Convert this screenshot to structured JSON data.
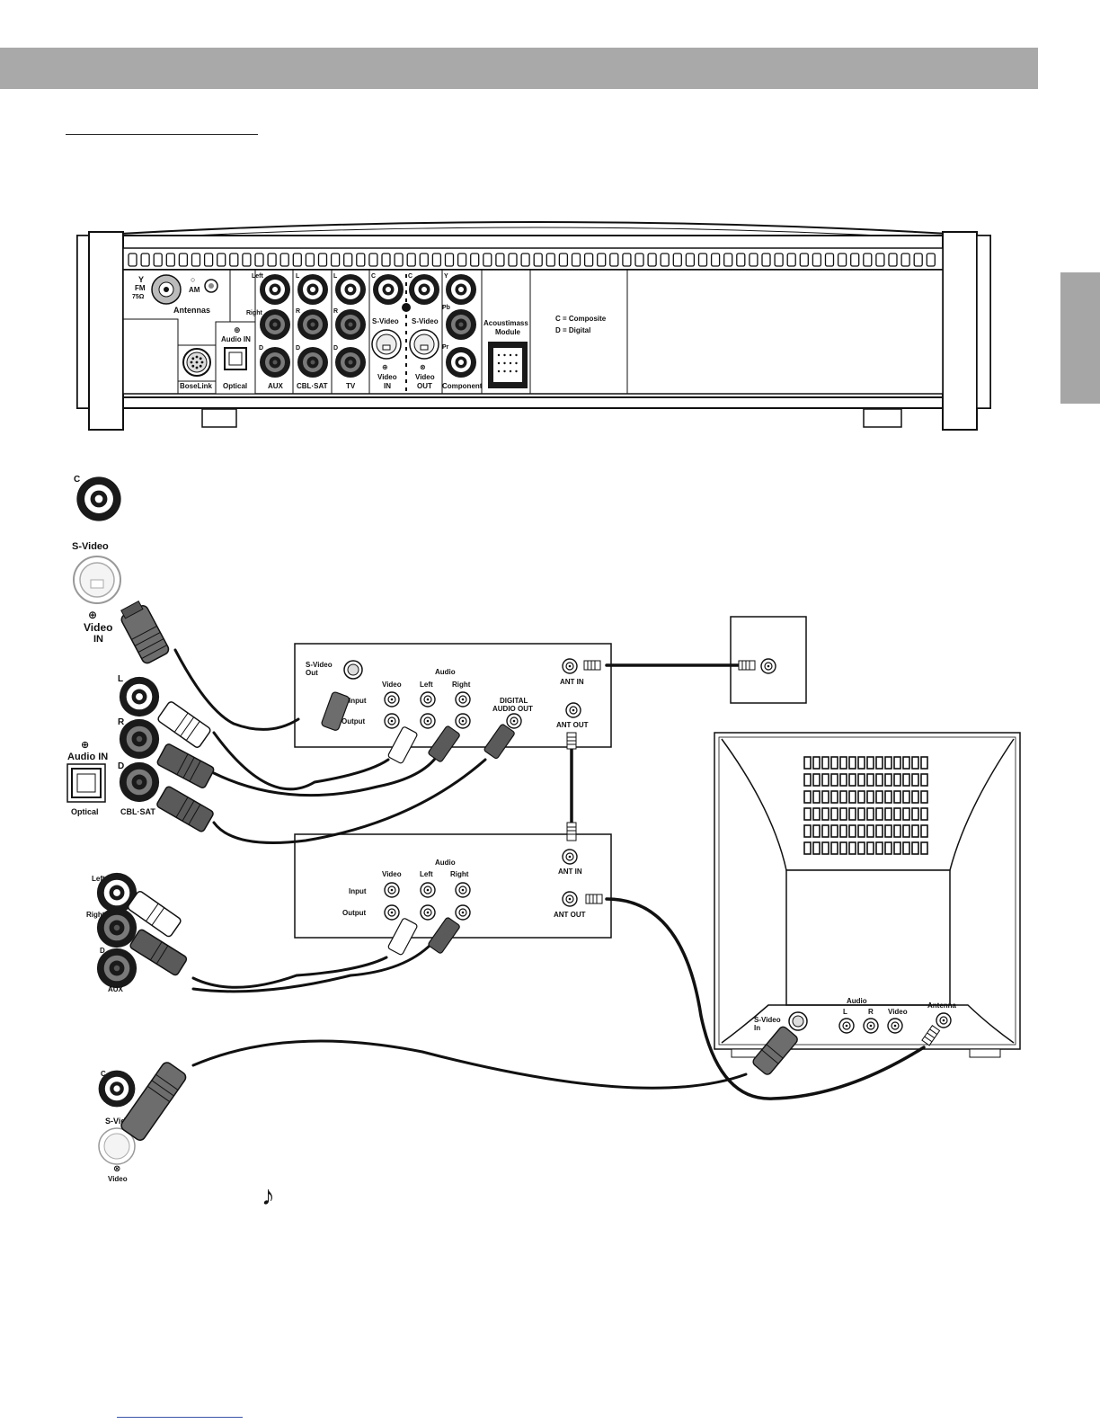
{
  "console": {
    "antennas": {
      "fm": "FM",
      "fm_ohm": "75Ω",
      "am": "AM",
      "label": "Antennas"
    },
    "bose_link": "BoseLink",
    "audio_in_label": "Audio IN",
    "optical": "Optical",
    "left": "Left",
    "right": "Right",
    "l": "L",
    "r": "R",
    "d": "D",
    "c": "C",
    "y": "Y",
    "pb": "Pb",
    "pr": "Pr",
    "aux": "AUX",
    "cbl_sat": "CBL·SAT",
    "tv": "TV",
    "s_video": "S-Video",
    "video_in_1": "Video",
    "video_in_2": "IN",
    "video_out_1": "Video",
    "video_out_2": "OUT",
    "component": "Component",
    "acoustimass_1": "Acoustimass",
    "acoustimass_2": "Module",
    "legend_c": "C = Composite",
    "legend_d": "D = Digital"
  },
  "closeup": {
    "c": "C",
    "s_video": "S-Video",
    "video": "Video",
    "in": "IN",
    "l": "L",
    "r": "R",
    "d": "D",
    "audio_in": "Audio IN",
    "optical": "Optical",
    "cbl_sat": "CBL·SAT",
    "left": "Left",
    "right": "Right",
    "aux": "AUX",
    "s_video_short": "S-Vid",
    "video_out": "Video"
  },
  "box1": {
    "s_video_out_1": "S-Video",
    "s_video_out_2": "Out",
    "audio": "Audio",
    "video": "Video",
    "left": "Left",
    "right": "Right",
    "input": "Input",
    "output": "Output",
    "digital_1": "DIGITAL",
    "digital_2": "AUDIO  OUT",
    "ant_in": "ANT  IN",
    "ant_out": "ANT  OUT"
  },
  "box2": {
    "audio": "Audio",
    "video": "Video",
    "left": "Left",
    "right": "Right",
    "input": "Input",
    "output": "Output",
    "ant_in": "ANT  IN",
    "ant_out": "ANT  OUT"
  },
  "tv": {
    "s_video_1": "S-Video",
    "s_video_2": "In",
    "audio": "Audio",
    "l": "L",
    "r": "R",
    "video": "Video",
    "antenna": "Antenna"
  },
  "note_symbol": "♪"
}
